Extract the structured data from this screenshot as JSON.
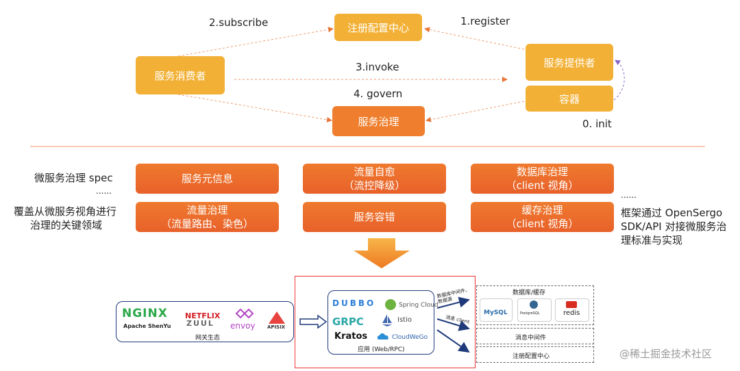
{
  "top": {
    "registry": "注册配置中心",
    "consumer": "服务消费者",
    "provider": "服务提供者",
    "container": "容器",
    "governance": "服务治理",
    "subscribe": "2.subscribe",
    "register": "1.register",
    "invoke": "3.invoke",
    "govern": "4. govern",
    "init": "0. init"
  },
  "left_labels": {
    "spec": "微服务治理 spec",
    "dots": "......",
    "desc_line1": "覆盖从微服务视角进行",
    "desc_line2": "治理的关键领域"
  },
  "right_labels": {
    "dots": "......",
    "line1": "框架通过 OpenSergo",
    "line2": "SDK/API 对接微服务治",
    "line3": "理标准与实现"
  },
  "domains": [
    {
      "line1": "服务元信息",
      "line2": ""
    },
    {
      "line1": "流量自愈",
      "line2": "（流控降级）"
    },
    {
      "line1": "数据库治理",
      "line2": "（client 视角）"
    },
    {
      "line1": "流量治理",
      "line2": "（流量路由、染色）"
    },
    {
      "line1": "服务容错",
      "line2": ""
    },
    {
      "line1": "缓存治理",
      "line2": "（client 视角）"
    }
  ],
  "bottom": {
    "gateway_title": "网关生态",
    "nginx": "NGINX",
    "shenyu": "Apache ShenYu",
    "netflix": "NETFLIX",
    "zuul": "ZUUL",
    "envoy": "envoy",
    "apisix": "APISIX",
    "app_title": "应用 (Web/RPC)",
    "dubbo": "DUBBO",
    "spring_cloud": "Spring Cloud",
    "grpc": "GRPC",
    "istio": "Istio",
    "kratos": "Kratos",
    "cloudwego": "CloudWeGo",
    "arrow_db": "数据库中间件、数据源",
    "arrow_mq": "消息 client",
    "db_cache": "数据库/缓存",
    "mysql": "MySQL",
    "postgres": "PostgreSQL",
    "redis": "redis",
    "mq": "消息中间件",
    "registry": "注册配置中心"
  },
  "watermark": "@稀土掘金技术社区",
  "colors": {
    "light_orange": "#f2b136",
    "orange": "#ef7f2e",
    "deep_orange": "#e96426",
    "highlight_red": "#e33",
    "navy": "#1f3a7a"
  }
}
